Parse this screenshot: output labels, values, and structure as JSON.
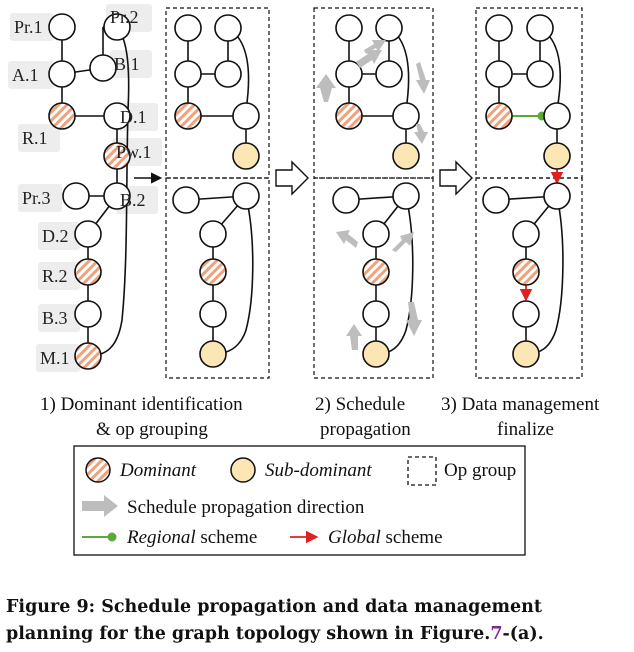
{
  "labels": {
    "pr1": "Pr.1",
    "pr2": "Pr.2",
    "a1": "A.1",
    "b1": "B.1",
    "r1": "R.1",
    "d1": "D.1",
    "pw1": "Pw.1",
    "pr3": "Pr.3",
    "b2": "B.2",
    "d2": "D.2",
    "r2": "R.2",
    "b3": "B.3",
    "m1": "M.1"
  },
  "stages": {
    "s1_line1": "1)  Dominant identification",
    "s1_line2": "& op grouping",
    "s2_line1": "2) Schedule",
    "s2_line2": "propagation",
    "s3_line1": "3) Data management",
    "s3_line2": "finalize"
  },
  "legend": {
    "dominant": "Dominant",
    "sub_dominant": "Sub-dominant",
    "op_group": "Op group",
    "propagation": "Schedule propagation direction",
    "regional_em": "Regional",
    "regional_rest": " scheme",
    "global_em": "Global",
    "global_rest": " scheme"
  },
  "caption": {
    "prefix": "Figure 9: Schedule propagation and data management planning for the graph topology shown in Figure.",
    "ref": "7",
    "suffix": "-(a)."
  },
  "colors": {
    "dominant_stripe": "#f0a27c",
    "sub_dominant_fill": "#fbe6b4",
    "regional_green": "#5aaa3a",
    "global_red": "#e02020",
    "arrow_gray": "#bdbdbd",
    "label_bg": "#ededed"
  }
}
